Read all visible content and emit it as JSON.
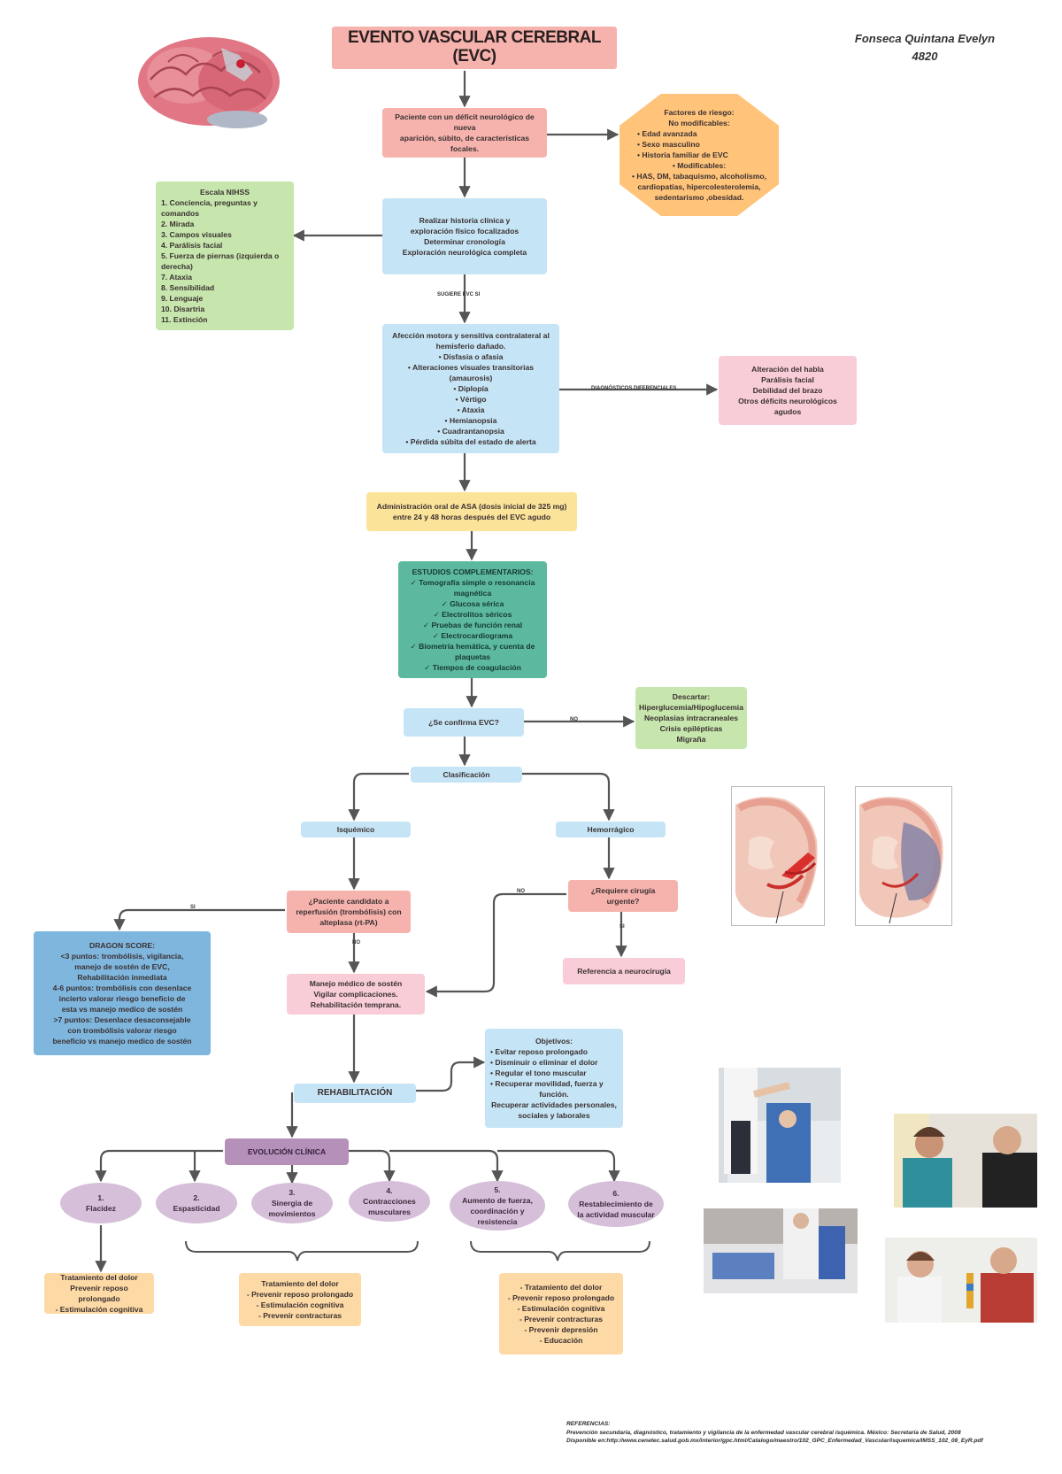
{
  "header": {
    "title_lines": [
      "EVENTO VASCULAR CEREBRAL",
      "(EVC)"
    ],
    "author": [
      "Fonseca Quintana Evelyn",
      "4820"
    ]
  },
  "nodes": {
    "paciente": [
      "Paciente con un déficit neurológico de nueva",
      "aparición, súbito, de características focales."
    ],
    "factores": [
      "Factores de riesgo:",
      "No modificables:",
      "• Edad avanzada",
      "• Sexo masculino",
      "• Historia familiar de EVC",
      "• Modificables:",
      "• HAS, DM, tabaquismo, alcoholismo,",
      "cardiopatías, hipercolesterolemia,",
      "sedentarismo ,obesidad."
    ],
    "historia": [
      "Realizar historia clínica y",
      "exploración físico focalizados",
      "Determinar cronología",
      "Exploración neurológica completa"
    ],
    "nihss": [
      "Escala NIHSS",
      "1. Conciencia, preguntas y comandos",
      "2. Mirada",
      "3. Campos visuales",
      "4. Parálisis facial",
      "5. Fuerza de piernas (izquierda o",
      "derecha)",
      "7. Ataxia",
      "8. Sensibilidad",
      "9. Lenguaje",
      "10. Disartria",
      "11. Extinción"
    ],
    "sintomas": [
      "Afección motora y sensitiva contralateral al",
      "hemisferio dañado.",
      "• Disfasia o afasia",
      "• Alteraciones visuales transitorias (amaurosis)",
      "• Diplopía",
      "• Vértigo",
      "• Ataxia",
      "• Hemianopsia",
      "• Cuadrantanopsia",
      "• Pérdida súbita del estado de alerta"
    ],
    "diferencial": [
      "Alteración del habla",
      "Parálisis facial",
      "Debilidad del brazo",
      "Otros déficits neurológicos agudos"
    ],
    "asa": [
      "Administración oral de ASA (dosis inicial de 325 mg)",
      "entre 24 y 48 horas después del EVC agudo"
    ],
    "estudios": [
      "ESTUDIOS COMPLEMENTARIOS:",
      "✓ Tomografía simple o resonancia",
      "magnética",
      "✓ Glucosa sérica",
      "✓ Electrolitos séricos",
      "✓ Pruebas de función renal",
      "✓ Electrocardiograma",
      "✓ Biometría hemática, y cuenta de",
      "plaquetas",
      "✓ Tiempos de coagulación"
    ],
    "confirma": "¿Se confirma EVC?",
    "descartar": [
      "Descartar:",
      "Hiperglucemia/Hipoglucemia",
      "Neoplasias intracraneales",
      "Crisis epilépticas",
      "Migraña"
    ],
    "clasificacion": "Clasificación",
    "isquemico": "Isquémico",
    "hemorragico": "Hemorrágico",
    "trombolisis": [
      "¿Paciente candidato a",
      "reperfusión (trombólisis) con",
      "alteplasa (rt-PA)"
    ],
    "cirugia": [
      "¿Requiere cirugía",
      "urgente?"
    ],
    "dragon": [
      "DRAGON SCORE:",
      "<3 puntos: trombólisis, vigilancia,",
      "manejo de sostén de EVC,",
      "Rehabilitación inmediata",
      "4-6 puntos: trombólisis con desenlace",
      "incierto valorar riesgo beneficio de",
      "esta vs manejo medico de sostén",
      ">7 puntos: Desenlace desaconsejable",
      "con trombólisis valorar riesgo",
      "beneficio vs manejo medico de sostén"
    ],
    "manejo": [
      "Manejo médico de sostén",
      "Vigilar complicaciones.",
      "Rehabilitación temprana."
    ],
    "referencia": "Referencia a neurocirugía",
    "objetivos": [
      "Objetivos:",
      "• Evitar reposo prolongado",
      "• Disminuir o eliminar el dolor",
      "• Regular el tono muscular",
      "• Recuperar movilidad, fuerza y",
      "función.",
      "Recuperar actividades personales,",
      "sociales y laborales"
    ],
    "rehab": "REHABILITACIÓN",
    "evolucion": "EVOLUCIÓN CLÍNICA"
  },
  "stages": [
    {
      "num": "1.",
      "label": [
        "Flacidez"
      ]
    },
    {
      "num": "2.",
      "label": [
        "Espasticidad"
      ]
    },
    {
      "num": "3.",
      "label": [
        "Sinergia de",
        "movimientos"
      ]
    },
    {
      "num": "4.",
      "label": [
        "Contracciones",
        "musculares"
      ]
    },
    {
      "num": "5.",
      "label": [
        "Aumento de fuerza,",
        "coordinación y",
        "resistencia"
      ]
    },
    {
      "num": "6.",
      "label": [
        "Restablecimiento de",
        "la actividad muscular"
      ]
    }
  ],
  "treatments": {
    "t1": [
      "Tratamiento del dolor",
      "Prevenir reposo prolongado",
      "- Estimulación cognitiva"
    ],
    "t2": [
      "Tratamiento del dolor",
      "- Prevenir reposo prolongado",
      "- Estimulación cognitiva",
      "- Prevenir contracturas"
    ],
    "t3": [
      "- Tratamiento del dolor",
      "- Prevenir reposo prolongado",
      "- Estimulación cognitiva",
      "- Prevenir contracturas",
      "- Prevenir depresión",
      "- Educación"
    ]
  },
  "edge_labels": {
    "sugiere": "SUGIERE EVC SI",
    "dx_diferencial": "DIAGNÓSTICOS DIFERENCIALES",
    "no_confirma": "NO",
    "si_tromb": "SI",
    "no_tromb": "NO",
    "no_cirugia": "NO",
    "si_cirugia": "SI"
  },
  "references": {
    "heading": "REFERENCIAS:",
    "line1": "Prevención secundaria, diagnóstico, tratamiento y vigilancia de la enfermedad vascular cerebral isquémica. México: Secretaría de Salud, 2008",
    "line2": "Disponible en:http://www.cenetec.salud.gob.mx/interior/gpc.html/Catalogo/maestro/102_GPC_Enfermedad_Vascular/isquemica/IMSS_102_08_EyR.pdf"
  },
  "colors": {
    "pink": "#f6b3ae",
    "blue": "#c5e5f6",
    "green": "#c6e6ad",
    "light_pink": "#f8cdd8",
    "yellow": "#fce39a",
    "teal": "#5cb99f",
    "dark_blue": "#7fb6de",
    "purple": "#b590b8",
    "lavender": "#d6bfd9",
    "peach": "#fdd9a5",
    "orange": "#ffc37a",
    "edge": "#555555"
  }
}
